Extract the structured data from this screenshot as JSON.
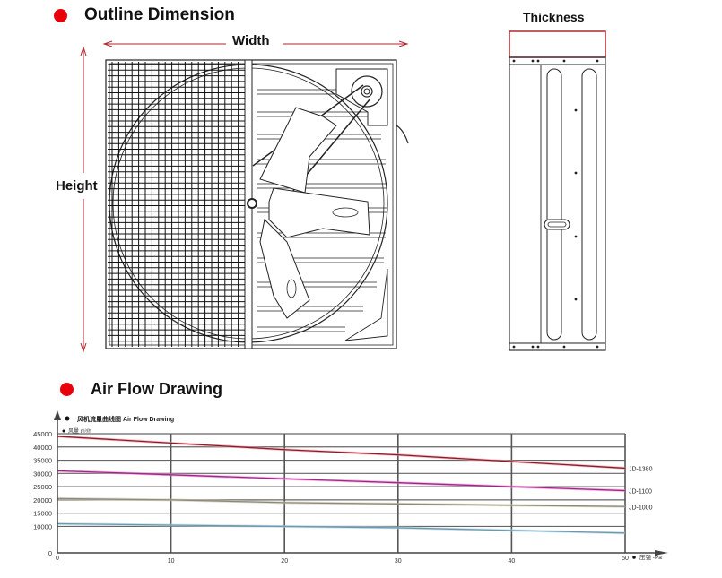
{
  "sections": {
    "outline_title": "Outline Dimension",
    "airflow_title": "Air Flow Drawing"
  },
  "labels": {
    "width": "Width",
    "height": "Height",
    "thickness": "Thickness"
  },
  "colors": {
    "accent_red": "#e8000b",
    "dimension_line": "#b0262d",
    "line_jd1380": "#8a1c2c",
    "line_jd1100": "#9c2a82",
    "line_jd1000": "#8c8a78",
    "line_series4": "#6e98ac"
  },
  "chart_data": {
    "type": "line",
    "title": "风机流量曲线图 Air Flow Drawing",
    "ylabel": "风量 m³/h",
    "xlabel": "压强 -Pa",
    "x": [
      0,
      10,
      20,
      30,
      40,
      50
    ],
    "xlim": [
      0,
      50
    ],
    "ylim": [
      0,
      45000
    ],
    "x_ticks": [
      "0",
      "10",
      "20",
      "30",
      "40",
      "50"
    ],
    "y_ticks": [
      "0",
      "10000",
      "15000",
      "20000",
      "25000",
      "30000",
      "35000",
      "40000",
      "45000"
    ],
    "y_tick_values": [
      0,
      10000,
      15000,
      20000,
      25000,
      30000,
      35000,
      40000,
      45000
    ],
    "grid": true,
    "series": [
      {
        "name": "JD-1380",
        "values": [
          44000,
          41500,
          39000,
          37000,
          34500,
          32000
        ]
      },
      {
        "name": "JD-1100",
        "values": [
          31000,
          29500,
          28000,
          26500,
          25000,
          23500
        ]
      },
      {
        "name": "JD-1000",
        "values": [
          20500,
          20000,
          19000,
          18500,
          18000,
          17500
        ]
      },
      {
        "name": "",
        "values": [
          11000,
          10500,
          10000,
          9500,
          8500,
          7500
        ]
      }
    ],
    "legend": "right-end labels"
  }
}
